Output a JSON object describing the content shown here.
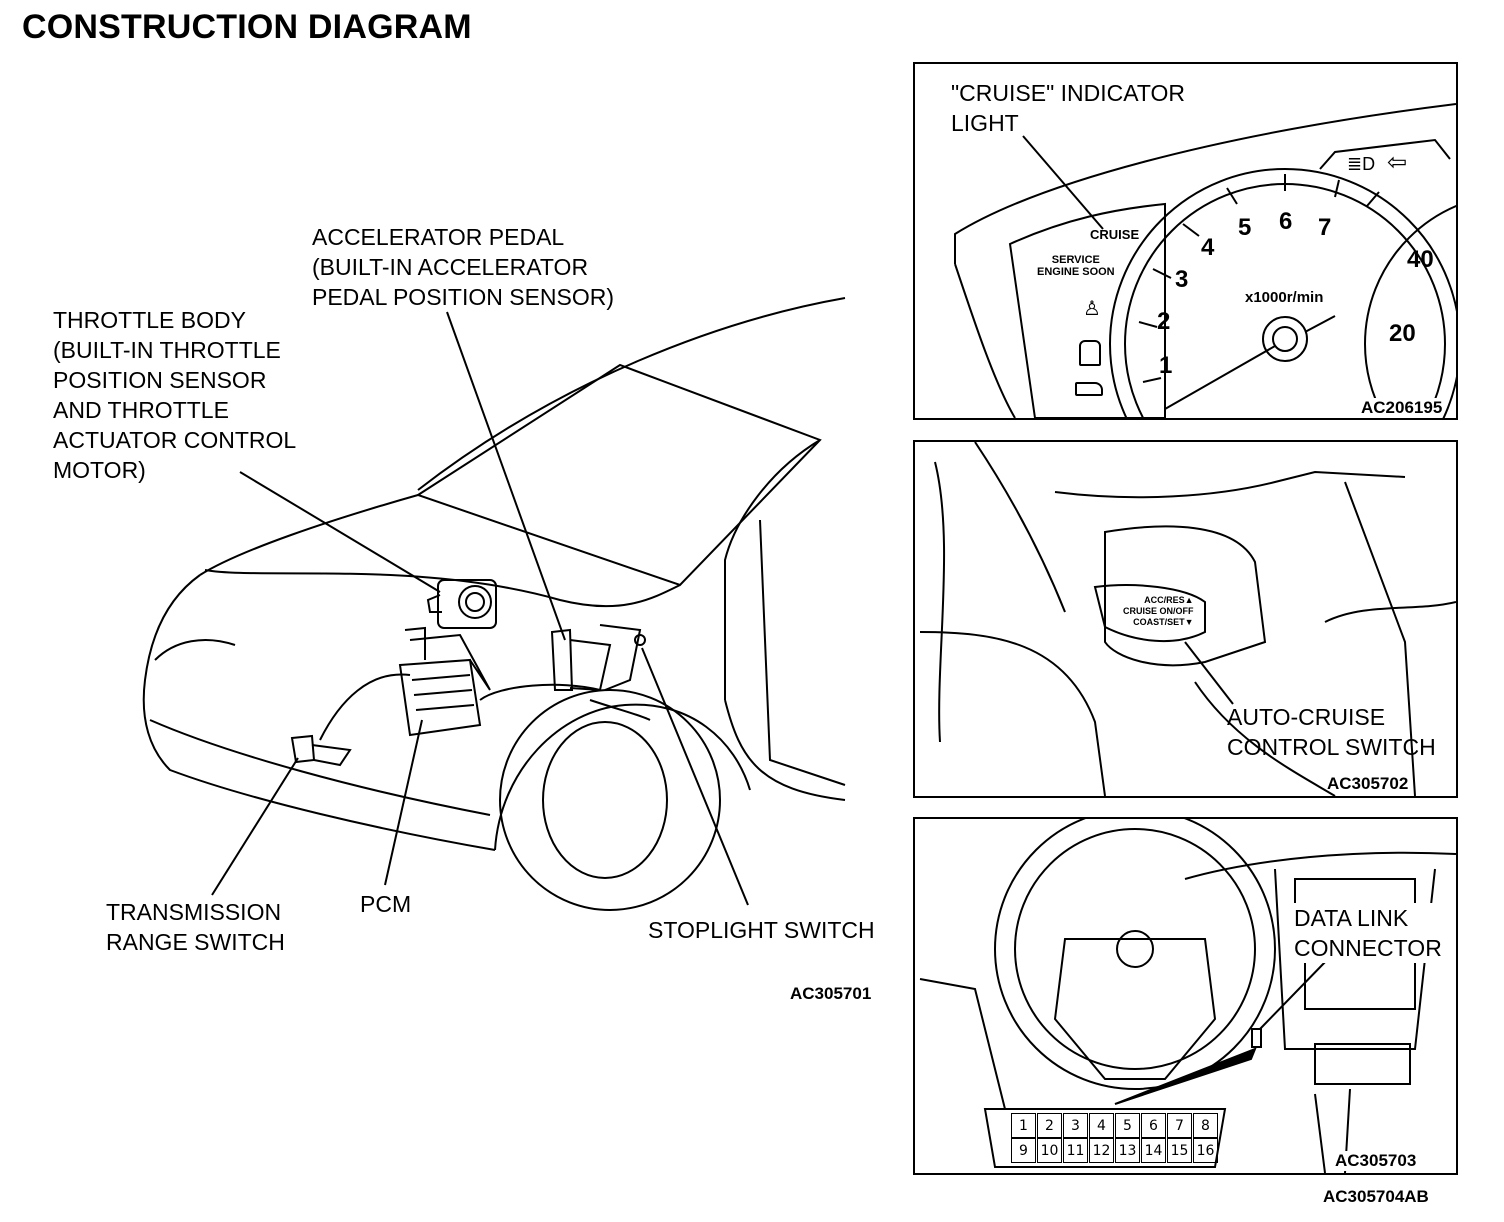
{
  "title": "CONSTRUCTION DIAGRAM",
  "main": {
    "labels": {
      "accelerator_pedal": [
        "ACCELERATOR PEDAL",
        "(BUILT-IN ACCELERATOR",
        "PEDAL POSITION SENSOR)"
      ],
      "throttle_body": [
        "THROTTLE BODY",
        "(BUILT-IN THROTTLE",
        "POSITION SENSOR",
        "AND THROTTLE",
        "ACTUATOR CONTROL",
        "MOTOR)"
      ],
      "transmission_range_switch": [
        "TRANSMISSION",
        "RANGE SWITCH"
      ],
      "pcm": "PCM",
      "stoplight_switch": "STOPLIGHT SWITCH"
    },
    "code": "AC305701"
  },
  "panels": {
    "cluster": {
      "label": [
        "\"CRUISE\" INDICATOR",
        "LIGHT"
      ],
      "code": "AC206195",
      "cruise_text": "CRUISE",
      "service_text": [
        "SERVICE",
        "ENGINE SOON"
      ],
      "unit_text": "x1000r/min",
      "tach_numbers": [
        "1",
        "2",
        "3",
        "4",
        "5",
        "6",
        "7"
      ],
      "speed_numbers": [
        "20",
        "40"
      ]
    },
    "switch": {
      "label": [
        "AUTO-CRUISE",
        "CONTROL SWITCH"
      ],
      "code": "AC305702",
      "switch_text": [
        "ACC/RES▲",
        "CRUISE ON/OFF",
        "COAST/SET▼"
      ]
    },
    "dash": {
      "label": [
        "DATA LINK",
        "CONNECTOR"
      ],
      "code": "AC305703",
      "pins_top": [
        "1",
        "2",
        "3",
        "4",
        "5",
        "6",
        "7",
        "8"
      ],
      "pins_bottom": [
        "9",
        "10",
        "11",
        "12",
        "13",
        "14",
        "15",
        "16"
      ]
    }
  },
  "footer_code": "AC305704AB"
}
